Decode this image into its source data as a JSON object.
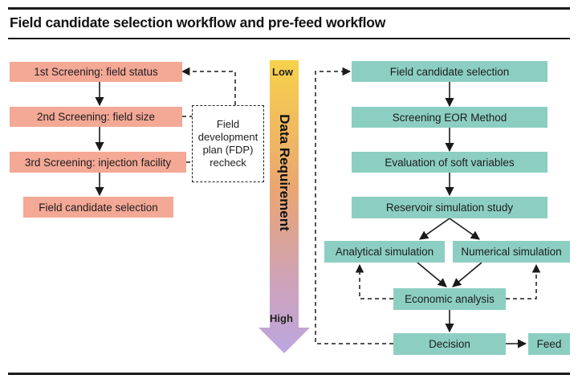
{
  "title": "Field candidate selection workflow and pre-feed workflow",
  "left_flow": {
    "step1": "1st Screening: field status",
    "step2": "2nd Screening: field size",
    "step3": "3rd Screening: injection facility",
    "result": "Field candidate selection",
    "fdp_line1": "Field",
    "fdp_line2": "development",
    "fdp_line3": "plan (FDP)",
    "fdp_line4": "recheck"
  },
  "data_requirement": {
    "label": "Data Requirement",
    "low": "Low",
    "high": "High",
    "color_top": "#f7d24a",
    "color_bottom": "#bca6e0"
  },
  "right_flow": {
    "field_candidate_selection": "Field candidate selection",
    "screening_eor": "Screening EOR Method",
    "evaluation_soft": "Evaluation of soft variables",
    "reservoir_sim": "Reservoir simulation study",
    "analytical_sim": "Analytical simulation",
    "numerical_sim": "Numerical simulation",
    "economic_analysis": "Economic analysis",
    "decision": "Decision",
    "feed": "Feed"
  },
  "colors": {
    "salmon": "#f4a896",
    "teal": "#8ccfc2"
  }
}
